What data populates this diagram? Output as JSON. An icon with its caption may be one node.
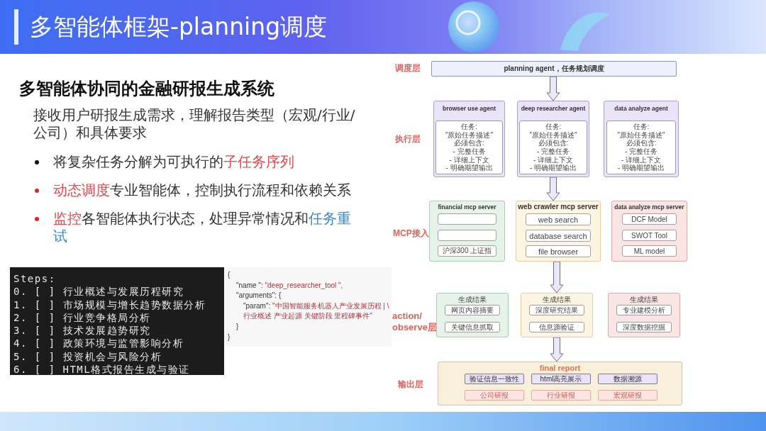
{
  "diagram": {
    "title": "多智能体框架-planning调度",
    "nodes": [
      {
        "text": [
          "Steps:",
          "0. [ ] 行业概述与发展历程研究",
          "1. [ ] 市场规模与增长趋势数据分析",
          "2. [ ] 行业竞争格局分析",
          "3. [ ] 技术发展趋势研究",
          "4. [ ] 政策环境与监管影响分析",
          "5. [ ] 投资机会与风险分析",
          "6. [ ] HTML格式报告生成与验证"
        ]
      },
      {
        "text": [
          "{",
          "\"name \": \"deep_researcher_tool \",",
          "\"arguments\": {",
          "\"param\": \"中国智能服务机器人产业发展历程 | \\",
          "行业概述 产业起源 关键阶段 里程碑事件\"",
          "}",
          "}"
        ]
      },
      {
        "text": [
          "planning agent，任务规划调度"
        ]
      },
      {
        "text": [
          "browser use agent"
        ]
      },
      {
        "text": [
          "任务:",
          "\"原始任务描述\"",
          "必须包含:",
          "- 完整任务",
          "- 详细上下文",
          "- 明确期望输出"
        ],
        "in": 3
      },
      {
        "text": [
          "deep researcher agent"
        ]
      },
      {
        "text": [
          "任务:",
          "\"原始任务描述\"",
          "必须包含:",
          "- 完整任务",
          "- 详细上下文",
          "- 明确期望输出"
        ],
        "in": 5
      },
      {
        "text": [
          "data analyze agent"
        ]
      },
      {
        "text": [
          "任务:",
          "\"原始任务描述\"",
          "必须包含:",
          "- 完整任务",
          "- 详细上下文",
          "- 明确期望输出"
        ],
        "in": 7
      },
      {
        "text": [
          "financial mcp server"
        ]
      },
      {
        "text": [],
        "shape": "box",
        "in": 9
      },
      {
        "text": [],
        "shape": "box",
        "in": 9
      },
      {
        "text": [
          "沪深300 上证指"
        ],
        "in": 9
      },
      {
        "text": [
          "web crawler mcp server"
        ]
      },
      {
        "text": [
          "web search"
        ],
        "in": 13
      },
      {
        "text": [
          "database search"
        ],
        "in": 13
      },
      {
        "text": [
          "file browser"
        ],
        "in": 13
      },
      {
        "text": [
          "data analyze mcp server"
        ]
      },
      {
        "text": [
          "DCF Model"
        ],
        "in": 17
      },
      {
        "text": [
          "SWOT Tool"
        ],
        "in": 17
      },
      {
        "text": [
          "ML model"
        ],
        "in": 17
      },
      {
        "text": [
          "生成结果"
        ]
      },
      {
        "text": [
          "网页内容摘要"
        ],
        "in": 21
      },
      {
        "text": [
          "关键信息抓取"
        ],
        "in": 21
      },
      {
        "text": [
          "生成结果"
        ]
      },
      {
        "text": [
          "深度研究结果"
        ],
        "in": 24
      },
      {
        "text": [
          "信息源验证"
        ],
        "in": 24
      },
      {
        "text": [
          "生成结果"
        ]
      },
      {
        "text": [
          "专业建模分析"
        ],
        "in": 27
      },
      {
        "text": [
          "深度数据挖掘"
        ],
        "in": 27
      },
      {
        "text": [
          "final report"
        ]
      },
      {
        "text": [
          "验证信息一致性"
        ],
        "in": 30
      },
      {
        "text": [
          "html高亮展示"
        ],
        "in": 30
      },
      {
        "text": [
          "数据溯源"
        ],
        "in": 30
      },
      {
        "text": [
          "公司研报"
        ],
        "in": 30
      },
      {
        "text": [
          "行业研报"
        ],
        "in": 30
      },
      {
        "text": [
          "宏观研报"
        ],
        "in": 30
      }
    ],
    "edges": [
      {
        "from": 2,
        "to": 5,
        "arrow": "to"
      },
      {
        "from": 5,
        "to": 13,
        "arrow": "to"
      },
      {
        "from": 13,
        "to": 24,
        "arrow": "to"
      },
      {
        "from": 24,
        "to": 30,
        "arrow": "to"
      }
    ],
    "labels": [
      "多智能体协同的金融研报生成系统",
      "接收用户研报生成需求，理解报告类型（宏观/行业/公司）和具体要求",
      "将复杂任务分解为可执行的**子任务序列**",
      "**动态调度**专业智能体，控制执行流程和依赖关系",
      "**监控**各智能体执行状态，处理异常情况和**任务重试**",
      "调度层",
      "执行层",
      "MCP接入",
      "action/ observe层",
      "输出层"
    ]
  }
}
